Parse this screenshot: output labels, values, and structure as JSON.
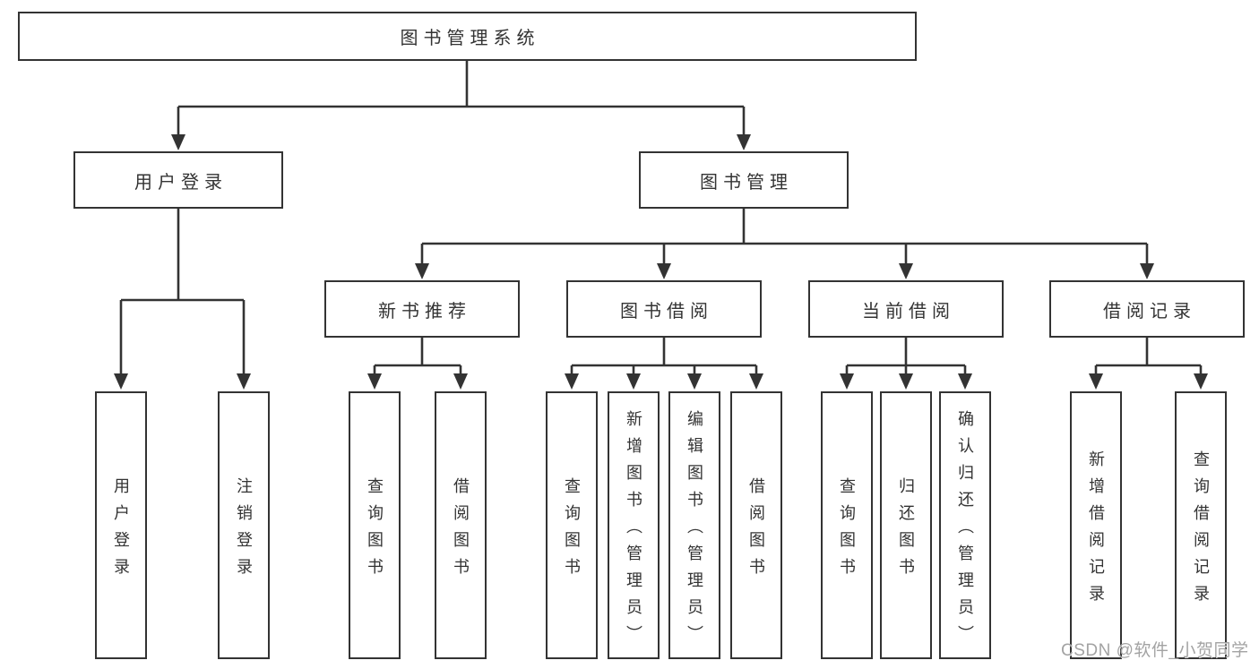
{
  "diagram": {
    "type": "tree",
    "root": {
      "label": "图书管理系统"
    },
    "level2": [
      {
        "label": "用户登录"
      },
      {
        "label": "图书管理"
      }
    ],
    "level3": [
      {
        "label": "新书推荐",
        "parent": "图书管理"
      },
      {
        "label": "图书借阅",
        "parent": "图书管理"
      },
      {
        "label": "当前借阅",
        "parent": "图书管理"
      },
      {
        "label": "借阅记录",
        "parent": "图书管理"
      }
    ],
    "leaves": [
      {
        "label": "用户登录",
        "parent": "用户登录"
      },
      {
        "label": "注销登录",
        "parent": "用户登录"
      },
      {
        "label": "查询图书",
        "parent": "新书推荐"
      },
      {
        "label": "借阅图书",
        "parent": "新书推荐"
      },
      {
        "label": "查询图书",
        "parent": "图书借阅"
      },
      {
        "label": "新增图书（管理员）",
        "parent": "图书借阅"
      },
      {
        "label": "编辑图书（管理员）",
        "parent": "图书借阅"
      },
      {
        "label": "借阅图书",
        "parent": "图书借阅"
      },
      {
        "label": "查询图书",
        "parent": "当前借阅"
      },
      {
        "label": "归还图书",
        "parent": "当前借阅"
      },
      {
        "label": "确认归还（管理员）",
        "parent": "当前借阅"
      },
      {
        "label": "新增借阅记录",
        "parent": "借阅记录"
      },
      {
        "label": "查询借阅记录",
        "parent": "借阅记录"
      }
    ],
    "colors": {
      "line": "#333333",
      "box_border": "#333333",
      "box_fill": "#ffffff",
      "text": "#333333",
      "background": "#ffffff"
    }
  },
  "watermark": {
    "text": "CSDN @软件_小贺同学",
    "color": "#a3a3a3"
  }
}
